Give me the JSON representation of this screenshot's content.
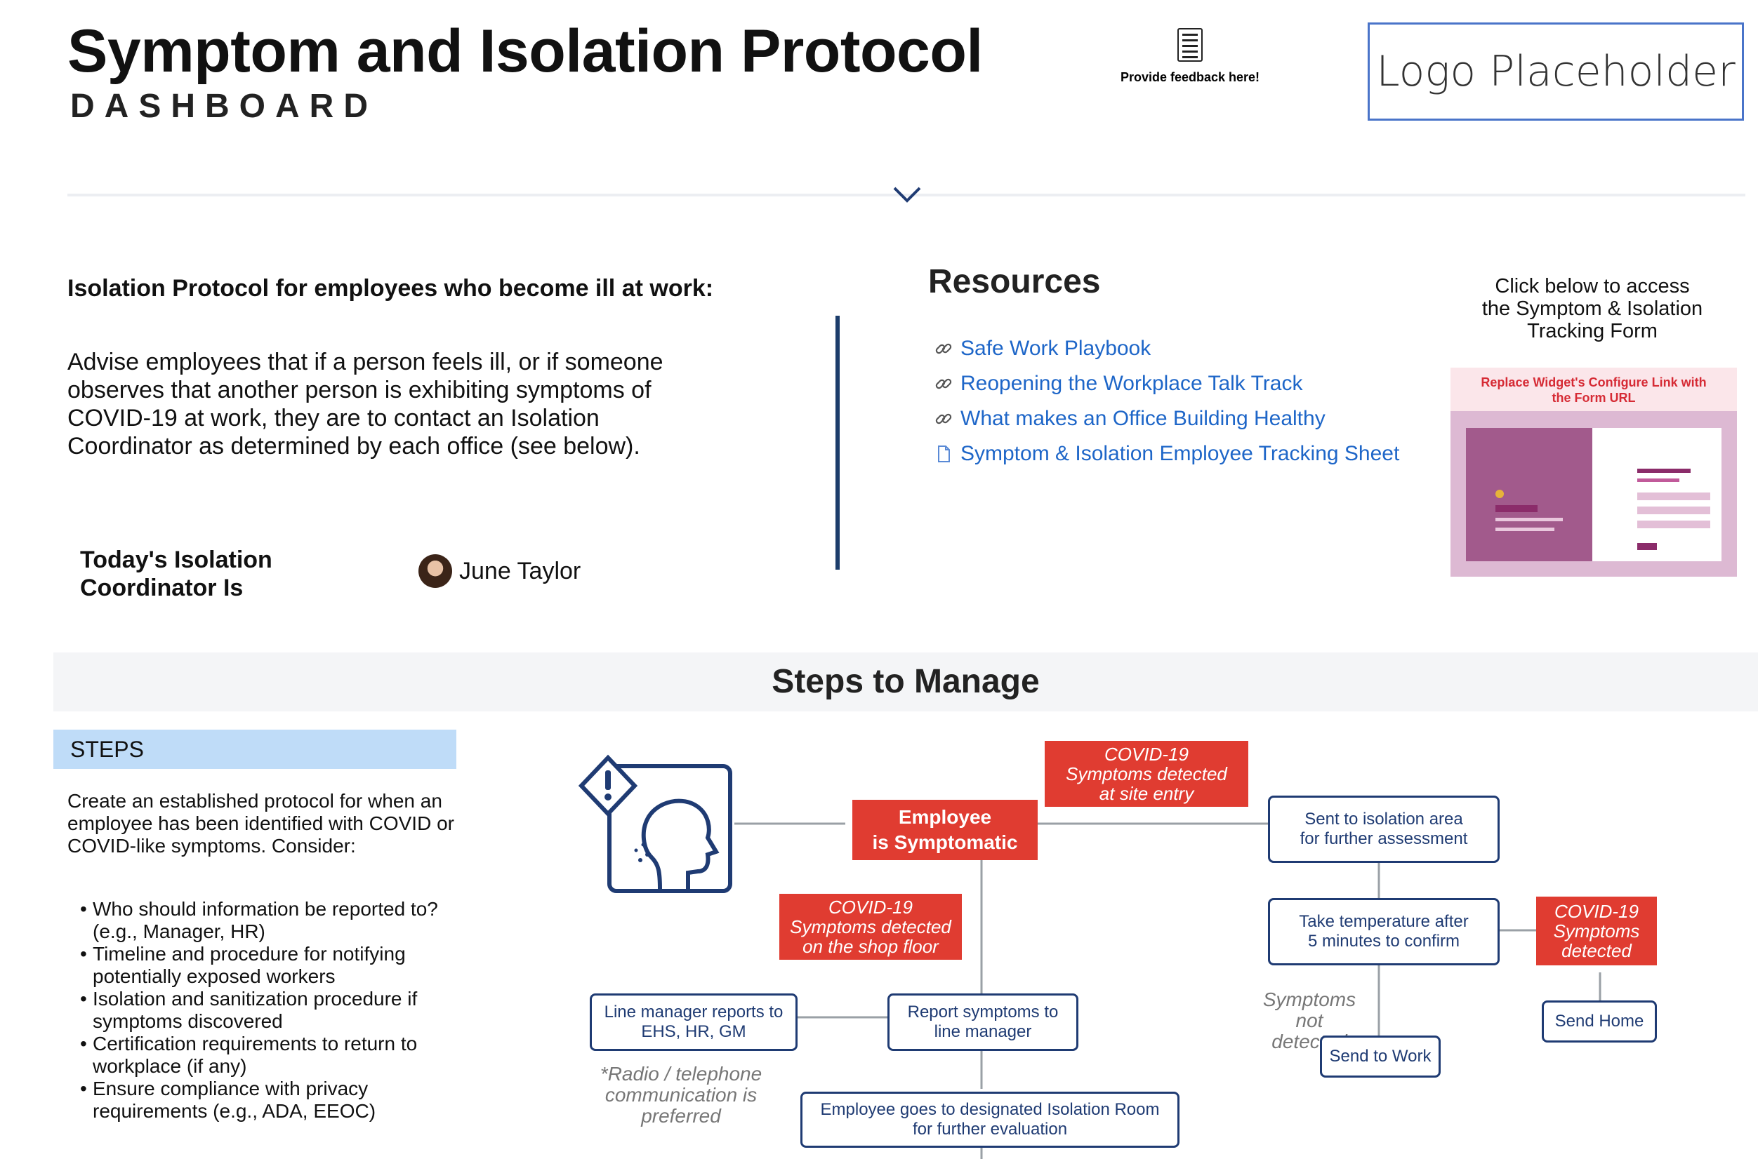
{
  "header": {
    "title": "Symptom and Isolation Protocol",
    "subtitle": "DASHBOARD",
    "feedback_label": "Provide feedback here!",
    "logo_text": "Logo Placeholder"
  },
  "isolation": {
    "heading": "Isolation Protocol for employees who become ill at work:",
    "body": "Advise employees that if a person feels ill, or if someone observes that another person is exhibiting symptoms of COVID-19 at work, they are to contact an Isolation Coordinator as determined by each office (see below).",
    "coordinator_label_line1": "Today's Isolation",
    "coordinator_label_line2": "Coordinator Is",
    "coordinator_name": "June Taylor"
  },
  "resources": {
    "title": "Resources",
    "items": [
      {
        "label": "Safe Work Playbook",
        "icon": "link-icon"
      },
      {
        "label": "Reopening the Workplace Talk Track",
        "icon": "link-icon"
      },
      {
        "label": "What makes an Office Building Healthy",
        "icon": "link-icon"
      },
      {
        "label": "Symptom & Isolation Employee Tracking Sheet",
        "icon": "document-icon"
      }
    ]
  },
  "form": {
    "caption_line1": "Click below to access",
    "caption_line2": "the Symptom & Isolation",
    "caption_line3": "Tracking Form",
    "warning_line1": "Replace Widget's Configure Link with",
    "warning_line2": "the Form URL"
  },
  "steps": {
    "section_title": "Steps to Manage",
    "tab_label": "STEPS",
    "intro": "Create an established protocol for when an employee has been identified with COVID or COVID-like symptoms. Consider:",
    "list": [
      "Who should information be reported to? (e.g., Manager, HR)",
      "Timeline and procedure for notifying potentially exposed workers",
      "Isolation and sanitization procedure if symptoms discovered",
      "Certification requirements to return to workplace (if any)",
      "Ensure compliance with privacy requirements (e.g., ADA, EEOC)"
    ]
  },
  "flowchart": {
    "employee_symptomatic_1": "Employee",
    "employee_symptomatic_2": "is Symptomatic",
    "site_entry_1": "COVID-19",
    "site_entry_2": "Symptoms detected",
    "site_entry_3": "at site entry",
    "shop_floor_1": "COVID-19",
    "shop_floor_2": "Symptoms detected",
    "shop_floor_3": "on the shop floor",
    "isolation_area_1": "Sent to isolation area",
    "isolation_area_2": "for further assessment",
    "take_temp_1": "Take temperature after",
    "take_temp_2": "5 minutes to confirm",
    "detected_1": "COVID-19",
    "detected_2": "Symptoms",
    "detected_3": "detected",
    "not_detected_1": "Symptoms",
    "not_detected_2": "not detected",
    "send_home": "Send Home",
    "send_to_work": "Send to Work",
    "line_manager_1": "Line manager reports to",
    "line_manager_2": "EHS, HR, GM",
    "report_symptoms_1": "Report symptoms to",
    "report_symptoms_2": "line manager",
    "radio_note_1": "*Radio / telephone",
    "radio_note_2": "communication is",
    "radio_note_3": "preferred",
    "isolation_room_1": "Employee goes to designated Isolation Room",
    "isolation_room_2": "for further evaluation"
  },
  "colors": {
    "navy": "#1f3b73",
    "alert_red": "#e03c31",
    "link_blue": "#1e66c8",
    "tab_blue": "#bfdcf8",
    "widget_pink": "#ddb9d3"
  }
}
